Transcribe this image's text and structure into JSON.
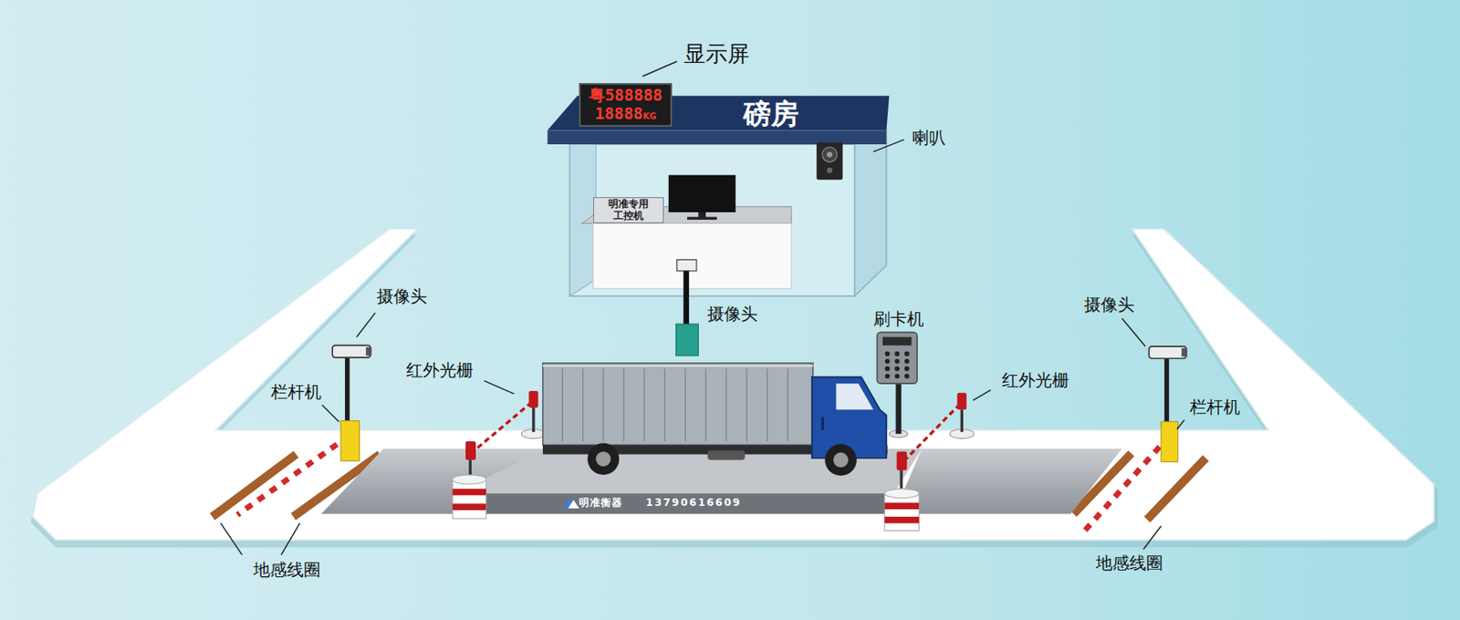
{
  "diagram": {
    "nodes": [
      {
        "text": [
          "粤588888",
          "18888",
          "KG"
        ]
      },
      {
        "text": [
          "磅房"
        ]
      },
      {
        "text": [
          "明准专用 工控机"
        ],
        "in": 1
      }
    ],
    "labels": [
      "显示屏",
      "喇叭",
      "摄像头",
      "摄像头",
      "刷卡机",
      "红外光栅",
      "红外光栅",
      "栏杆机",
      "摄像头",
      "栏杆机",
      "地感线圈",
      "地感线圈",
      "明准衡器",
      "13790616609"
    ]
  }
}
